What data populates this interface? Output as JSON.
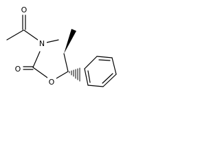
{
  "molecule": {
    "atoms": {
      "carbonyl_o_top": "O",
      "ring_n": "N",
      "carbonyl_o_bottom": "O",
      "ring_o": "O"
    },
    "colors": {
      "ink": "#000000",
      "background": "#ffffff"
    }
  }
}
